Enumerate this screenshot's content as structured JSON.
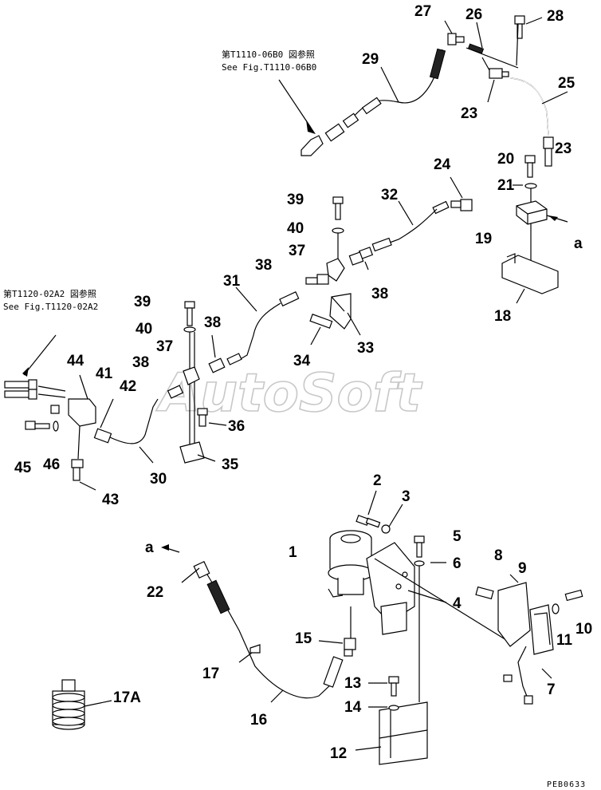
{
  "references": {
    "top": {
      "line1": "第T1110-06B0 図参照",
      "line2": "See Fig.T1110-06B0"
    },
    "left": {
      "line1": "第T1120-02A2 図参照",
      "line2": "See Fig.T1120-02A2"
    }
  },
  "callouts": {
    "c1": "1",
    "c2": "2",
    "c3": "3",
    "c4": "4",
    "c5": "5",
    "c6": "6",
    "c7": "7",
    "c8": "8",
    "c9": "9",
    "c10": "10",
    "c11": "11",
    "c12": "12",
    "c13": "13",
    "c14": "14",
    "c15": "15",
    "c16": "16",
    "c17": "17",
    "c17a": "17A",
    "c18": "18",
    "c19": "19",
    "c20": "20",
    "c21": "21",
    "c22": "22",
    "c23a": "23",
    "c23b": "23",
    "c24": "24",
    "c25": "25",
    "c26": "26",
    "c27": "27",
    "c28": "28",
    "c29": "29",
    "c30": "30",
    "c31": "31",
    "c32": "32",
    "c33": "33",
    "c34": "34",
    "c35": "35",
    "c36": "36",
    "c37a": "37",
    "c37b": "37",
    "c38a": "38",
    "c38b": "38",
    "c38c": "38",
    "c38d": "38",
    "c39a": "39",
    "c39b": "39",
    "c40a": "40",
    "c40b": "40",
    "c41": "41",
    "c42": "42",
    "c43": "43",
    "c44": "44",
    "c45": "45",
    "c46": "46"
  },
  "connectors": {
    "a_right": "a",
    "a_left": "a"
  },
  "watermark": "AutoSoft",
  "drawing_code": "PEB0633"
}
